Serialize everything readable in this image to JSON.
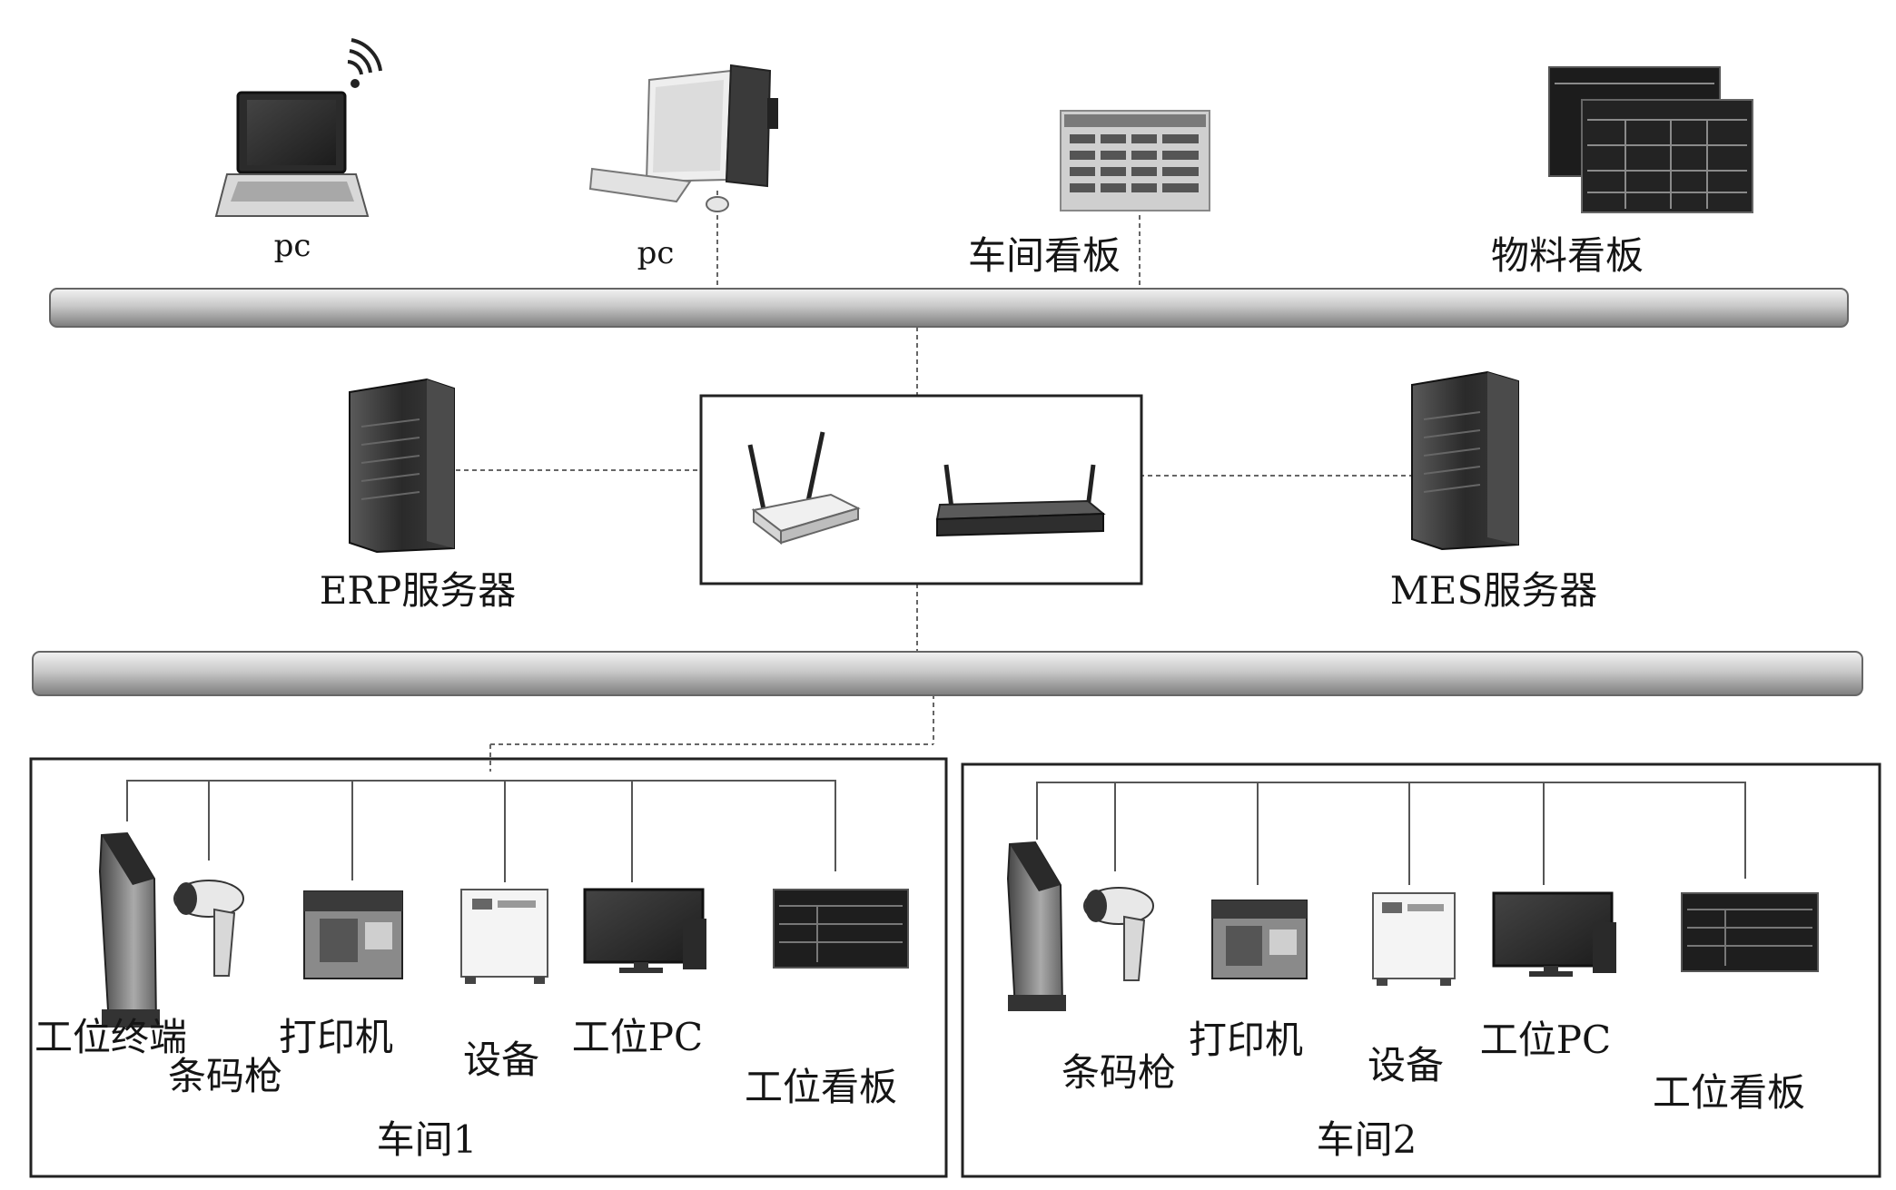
{
  "top_devices": {
    "laptop_label": "pc",
    "desktop_label": "pc",
    "workshop_board_label": "车间看板",
    "material_board_label": "物料看板"
  },
  "servers": {
    "erp_label": "ERP服务器",
    "mes_label": "MES服务器"
  },
  "workshop1": {
    "title": "车间1",
    "devices": {
      "terminal": "工位终端",
      "scanner": "条码枪",
      "printer": "打印机",
      "equipment": "设备",
      "pc": "工位PC",
      "board": "工位看板"
    }
  },
  "workshop2": {
    "title": "车间2",
    "devices": {
      "scanner": "条码枪",
      "printer": "打印机",
      "equipment": "设备",
      "pc": "工位PC",
      "board": "工位看板"
    }
  },
  "colors": {
    "bus_light": "#e6e6e6",
    "bus_dark": "#8a8a8a",
    "device_dark": "#2e2e2e",
    "line": "#555555"
  }
}
